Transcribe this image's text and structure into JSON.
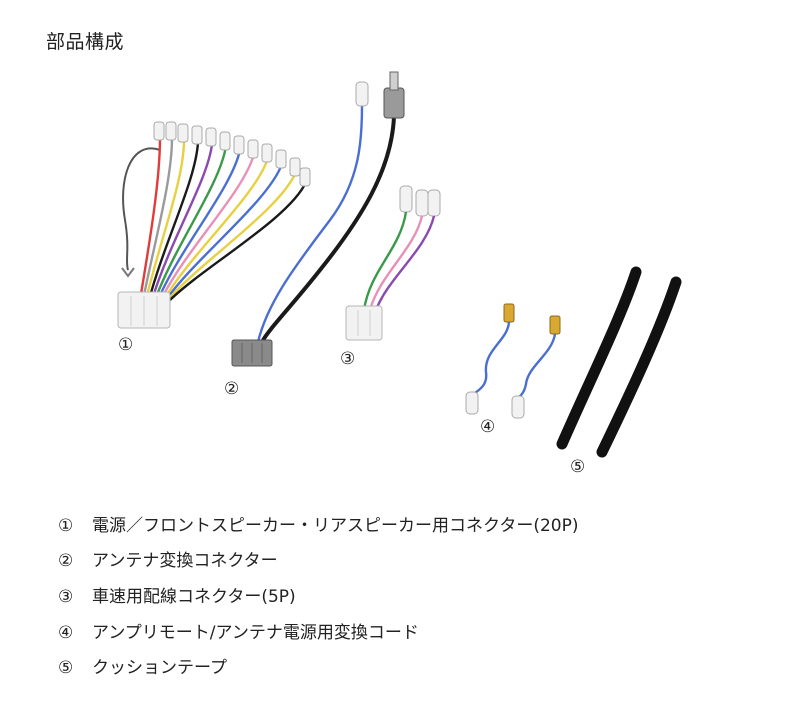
{
  "heading": "部品構成",
  "figure_labels": {
    "part1": "①",
    "part2": "②",
    "part3": "③",
    "part4": "④",
    "part5": "⑤"
  },
  "parts": [
    {
      "num": "①",
      "name": "電源／フロントスピーカー・リアスピーカー用コネクター(20P)"
    },
    {
      "num": "②",
      "name": "アンテナ変換コネクター"
    },
    {
      "num": "③",
      "name": "車速用配線コネクター(5P)"
    },
    {
      "num": "④",
      "name": "アンプリモート/アンテナ電源用変換コード"
    },
    {
      "num": "⑤",
      "name": "クッションテープ"
    }
  ],
  "colors": {
    "text": "#222222",
    "connector_white": "#f2f2f2",
    "connector_gray": "#8a8a8a",
    "wire_black": "#1a1a1a",
    "wire_blue": "#4a6fd0",
    "wire_red": "#e03c3c",
    "wire_yellow": "#e8d040",
    "wire_green": "#3a9a4a",
    "wire_purple": "#8a4ab0",
    "wire_gray": "#9a9a9a",
    "wire_pink": "#e890b8",
    "terminal_gold": "#d9a830",
    "tape_black": "#111111"
  }
}
